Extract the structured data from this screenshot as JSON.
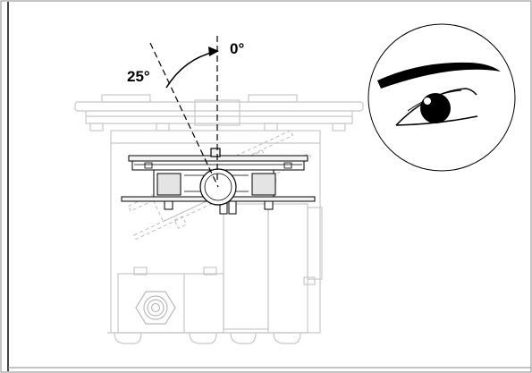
{
  "diagram": {
    "angles": {
      "vertical_label": "0°",
      "tilted_label": "25°",
      "tilt_degrees": 25
    },
    "icons": {
      "eye": "eye-icon"
    },
    "colors": {
      "line": "#000000",
      "faint_line": "#c8c8c8",
      "panel_border": "#888888",
      "background": "#ffffff"
    }
  }
}
